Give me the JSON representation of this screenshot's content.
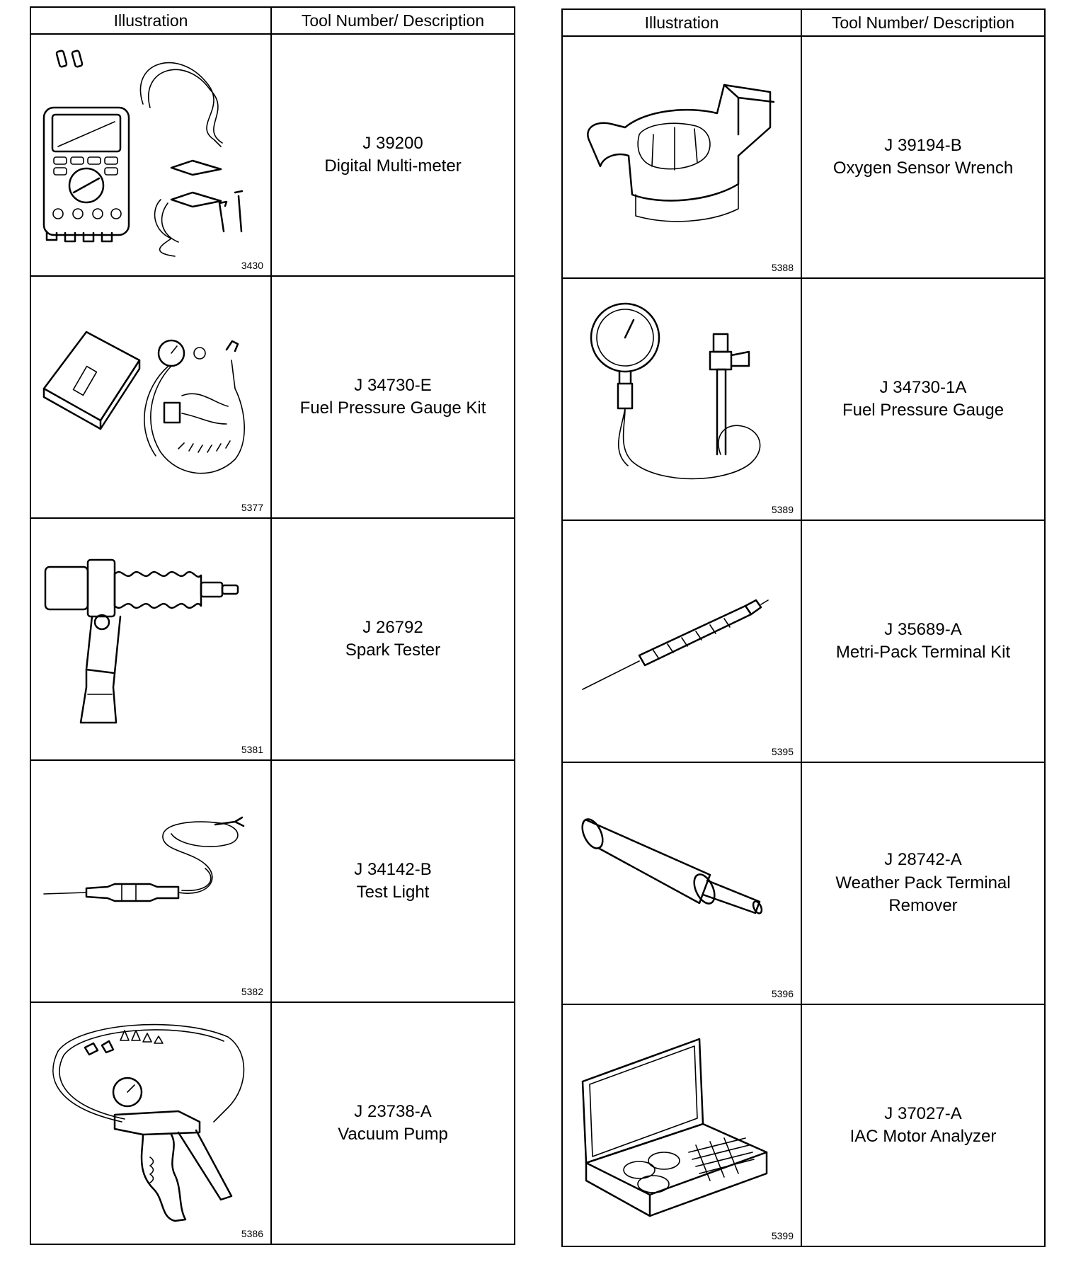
{
  "header": {
    "illustration": "Illustration",
    "tool": "Tool Number/ Description"
  },
  "left": [
    {
      "number": "J 39200",
      "description": "Digital Multi-meter",
      "figure": "3430",
      "icon": "multimeter-illustration"
    },
    {
      "number": "J 34730-E",
      "description": "Fuel Pressure Gauge Kit",
      "figure": "5377",
      "icon": "fuel-pressure-gauge-kit-illustration"
    },
    {
      "number": "J 26792",
      "description": "Spark Tester",
      "figure": "5381",
      "icon": "spark-tester-illustration"
    },
    {
      "number": "J 34142-B",
      "description": "Test Light",
      "figure": "5382",
      "icon": "test-light-illustration"
    },
    {
      "number": "J 23738-A",
      "description": "Vacuum Pump",
      "figure": "5386",
      "icon": "vacuum-pump-illustration"
    }
  ],
  "right": [
    {
      "number": "J 39194-B",
      "description": "Oxygen Sensor Wrench",
      "figure": "5388",
      "icon": "oxygen-sensor-wrench-illustration"
    },
    {
      "number": "J 34730-1A",
      "description": "Fuel Pressure Gauge",
      "figure": "5389",
      "icon": "fuel-pressure-gauge-illustration"
    },
    {
      "number": "J 35689-A",
      "description": "Metri-Pack Terminal Kit",
      "figure": "5395",
      "icon": "terminal-tool-illustration"
    },
    {
      "number": "J 28742-A",
      "description": "Weather Pack Terminal Remover",
      "figure": "5396",
      "icon": "terminal-remover-illustration"
    },
    {
      "number": "J 37027-A",
      "description": "IAC Motor Analyzer",
      "figure": "5399",
      "icon": "iac-analyzer-case-illustration"
    }
  ]
}
